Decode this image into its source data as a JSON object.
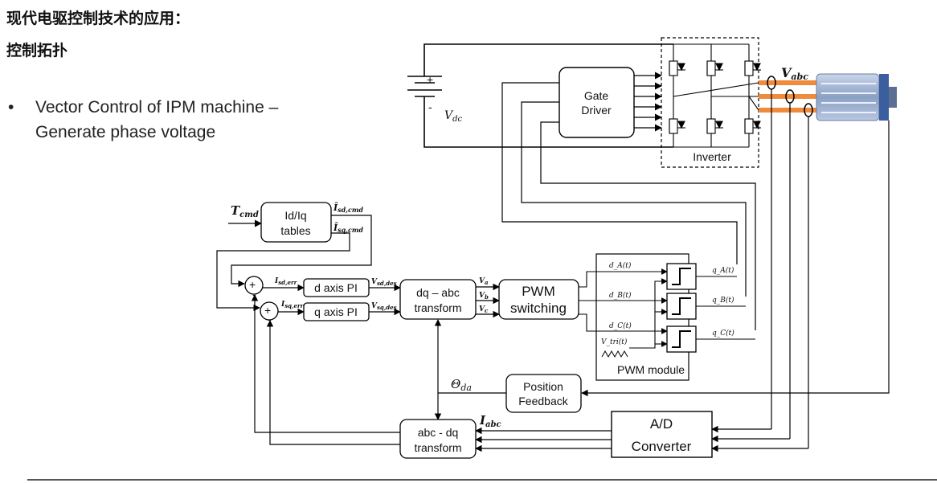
{
  "title_line1": "现代电驱控制技术的应用：",
  "title_line2": "控制拓扑",
  "bullet": {
    "symbol": "•",
    "line1": "Vector Control of IPM machine –",
    "line2": "Generate phase voltage"
  },
  "diagram": {
    "vdc": {
      "main": "V",
      "sub": "dc"
    },
    "plus": "+",
    "minus": "-",
    "gate_driver": [
      "Gate",
      "Driver"
    ],
    "inverter": "Inverter",
    "vabc": {
      "main": "V",
      "sub": "abc"
    },
    "tcmd": {
      "main": "T",
      "sub": "cmd"
    },
    "idiq_tables": [
      "Id/Iq",
      "tables"
    ],
    "isd_cmd": {
      "main": "Î",
      "sub": "sd,cmd"
    },
    "isq_cmd": {
      "main": "Î",
      "sub": "sq,cmd"
    },
    "isd_err": {
      "main": "I",
      "sub": "sd,err"
    },
    "isq_err": {
      "main": "I",
      "sub": "sq,err"
    },
    "sum_plus": "+",
    "sum_minus": "-",
    "d_axis_pi": "d axis PI",
    "q_axis_pi": "q axis PI",
    "vsd_des": {
      "main": "V",
      "sub": "sd,des"
    },
    "vsq_des": {
      "main": "V",
      "sub": "sq,des"
    },
    "dq_abc": [
      "dq – abc",
      "transform"
    ],
    "va": {
      "main": "V",
      "sub": "a"
    },
    "vb": {
      "main": "V",
      "sub": "b"
    },
    "vc": {
      "main": "V",
      "sub": "c"
    },
    "pwm_switching": [
      "PWM",
      "switching"
    ],
    "da": "d_A(t)",
    "db": "d_B(t)",
    "dc": "d_C(t)",
    "vtri": "V_tri(t)",
    "qa": "q_A(t)",
    "qb": "q_B(t)",
    "qc": "q_C(t)",
    "pwm_module": "PWM module",
    "theta_da": {
      "main": "Θ",
      "sub": "da"
    },
    "position_feedback": [
      "Position",
      "Feedback"
    ],
    "iabc": {
      "main": "I",
      "sub": "abc"
    },
    "abc_dq": [
      "abc - dq",
      "transform"
    ],
    "ad_converter": [
      "A/D",
      "Converter"
    ]
  }
}
